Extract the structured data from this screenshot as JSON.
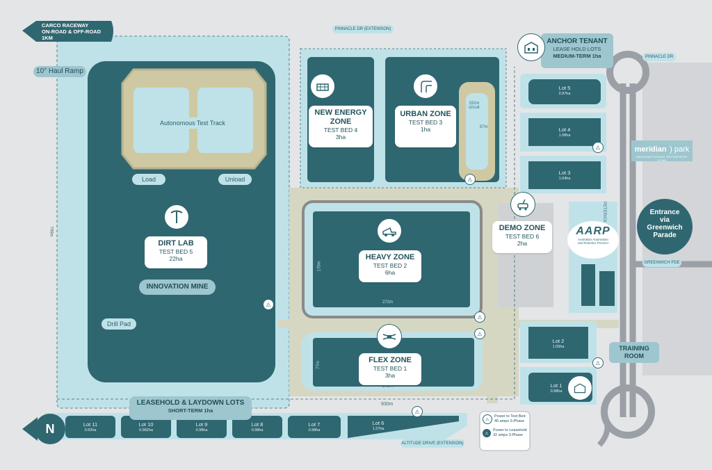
{
  "colors": {
    "background": "#e4e5e7",
    "zone_dark": "#2f6771",
    "zone_light": "#bfe2e9",
    "road": "#d8d8c2",
    "white": "#ffffff"
  },
  "top_left_sign": {
    "line1": "CARCO RACEWAY",
    "line2": "ON-ROAD & OFF-ROAD",
    "line3": "1KM"
  },
  "road_labels": {
    "pinnacle_ext": "PINNACLE DR (EXTENSION)",
    "pinnacle": "PINNACLE DR",
    "peterick": "PETERICK RD",
    "greenwich": "GREENWICH PDE",
    "altitude": "ALTITUDE DRIVE (EXTENSION)"
  },
  "haul_ramp": "10° Haul Ramp",
  "autonomous_track": "Autonomous Test Track",
  "load": "Load",
  "unload": "Unload",
  "dirt_lab": {
    "title": "DIRT LAB",
    "bed": "TEST BED 5",
    "area": "22ha"
  },
  "innovation_mine": "INNOVATION MINE",
  "drill_pad": "Drill Pad",
  "dim_799": "799m",
  "dim_930": "930m",
  "dim_170": "170m",
  "dim_272_heavy": "272m",
  "dim_77": "77m",
  "dim_272_flex": "272m",
  "new_energy": {
    "title1": "NEW ENERGY",
    "title2": "ZONE",
    "bed": "TEST BED 4",
    "area": "3ha"
  },
  "urban": {
    "title": "URBAN ZONE",
    "bed": "TEST BED 3",
    "area": "1ha"
  },
  "circuit": {
    "line1": "332m",
    "line2": "circuit",
    "dim": "67m"
  },
  "heavy": {
    "title": "HEAVY ZONE",
    "bed": "TEST BED 2",
    "area": "6ha"
  },
  "flex": {
    "title": "FLEX ZONE",
    "bed": "TEST BED 1",
    "area": "3ha"
  },
  "demo": {
    "title": "DEMO ZONE",
    "bed": "TEST BED 6",
    "area": "2ha"
  },
  "anchor": {
    "title": "ANCHOR TENANT",
    "line2": "LEASE HOLD LOTS",
    "line3": "MEDIUM-TERM 1ha"
  },
  "leasehold": {
    "title": "LEASEHOLD & LAYDOWN LOTS",
    "sub": "SHORT-TERM 1ha"
  },
  "training_room": {
    "line1": "TRAINING",
    "line2": "ROOM"
  },
  "entrance": {
    "line1": "Entrance",
    "line2": "via",
    "line3": "Greenwich",
    "line4": "Parade"
  },
  "meridian": {
    "name": "meridian",
    "name2": "park",
    "tag": "MANUFACTURING ENTERPRISE ZONE"
  },
  "aarp": {
    "logo": "AARP",
    "line1": "Australian Automation",
    "line2": "and Robotics Precinct"
  },
  "north": "N",
  "right_lots": [
    {
      "name": "Lot 5",
      "area": "0.97ha"
    },
    {
      "name": "Lot 4",
      "area": "1.08ha"
    },
    {
      "name": "Lot 3",
      "area": "1.04ha"
    },
    {
      "name": "Lot 2",
      "area": "1.05ha"
    },
    {
      "name": "Lot 1",
      "area": "0.98ha"
    }
  ],
  "bottom_lots": [
    {
      "name": "Lot 11",
      "area": "0.92ha"
    },
    {
      "name": "Lot 10",
      "area": "0.982ha"
    },
    {
      "name": "Lot 9",
      "area": "0.98ha"
    },
    {
      "name": "Lot 8",
      "area": "0.98ha"
    },
    {
      "name": "Lot 7",
      "area": "0.98ha"
    },
    {
      "name": "Lot 6",
      "area": "1.27ha"
    }
  ],
  "legend": {
    "item1_line1": "Power to Test Bed",
    "item1_line2": "40 amps 3-Phase",
    "item2_line1": "Power to Leasehold",
    "item2_line2": "32 amps 3-Phase"
  }
}
